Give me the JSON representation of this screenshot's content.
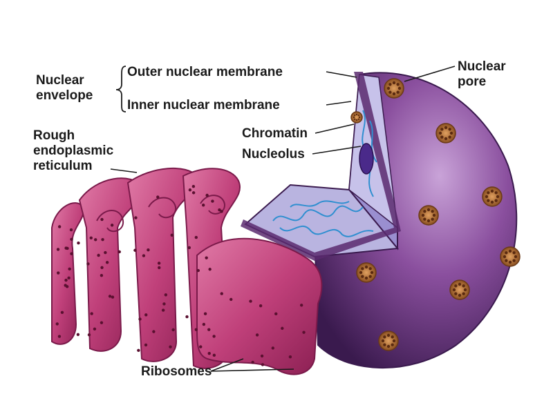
{
  "labels": {
    "nuclear_envelope": [
      "Nuclear",
      "envelope"
    ],
    "outer_nuclear_membrane": "Outer nuclear membrane",
    "inner_nuclear_membrane": "Inner nuclear membrane",
    "nuclear_pore": [
      "Nuclear",
      "pore"
    ],
    "chromatin": "Chromatin",
    "nucleolus": "Nucleolus",
    "rough_er": [
      "Rough",
      "endoplasmic",
      "reticulum"
    ],
    "ribosomes": "Ribosomes"
  },
  "colors": {
    "nucleus": "#7a3f8c",
    "nucleus_dark": "#3f1f52",
    "nucleus_light": "#b98fc9",
    "nucleoplasm": "#b9b4e0",
    "chromatin": "#2f8fd0",
    "nucleolus": "#4a2a8a",
    "er": "#c0407a",
    "er_dark": "#7a1a4a",
    "er_light": "#e07aa6",
    "pore": "#b5733a",
    "ribosome": "#5a1030",
    "label_text": "#1a1a1a"
  }
}
